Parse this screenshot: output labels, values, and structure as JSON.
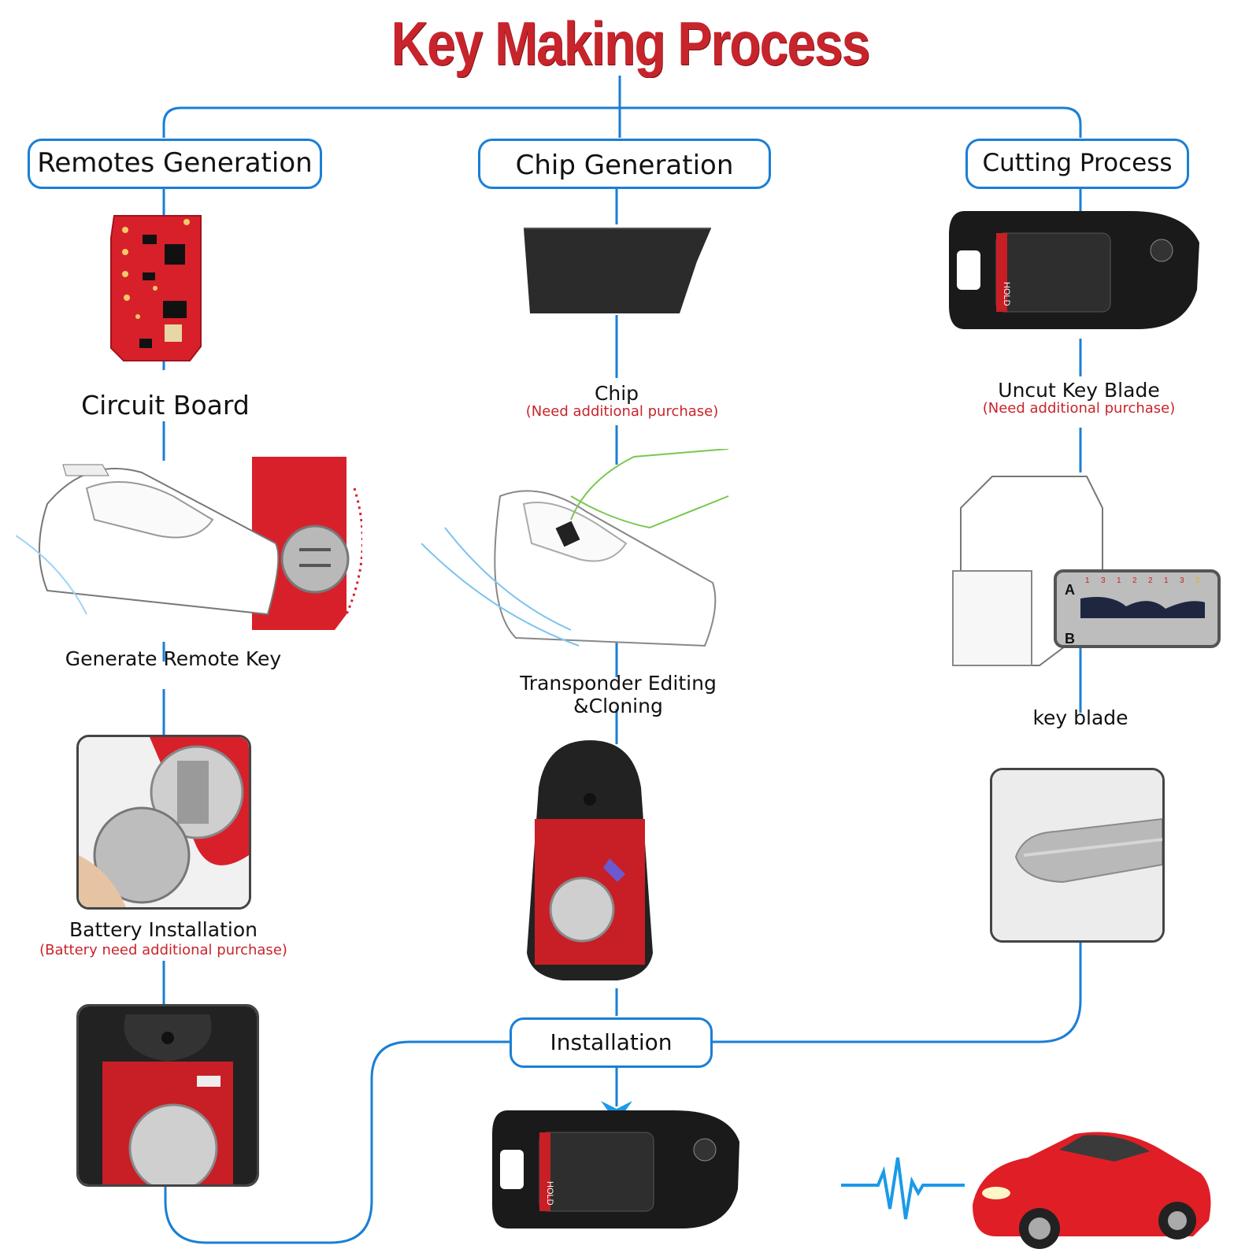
{
  "title": "Key Making Process",
  "colors": {
    "title": "#c8242b",
    "connector": "#1a7fd6",
    "note": "#c8242b"
  },
  "columns": {
    "remotes": {
      "header": "Remotes Generation",
      "steps": [
        {
          "label": "Circuit Board",
          "icon": "circuit-board"
        },
        {
          "label": "Generate Remote Key",
          "icon": "key-programmer-with-board"
        },
        {
          "label": "Battery Installation",
          "note": "(Battery need additional purchase)",
          "icon": "battery-install-photo"
        },
        {
          "icon": "remote-with-battery-photo"
        }
      ]
    },
    "chip": {
      "header": "Chip Generation",
      "steps": [
        {
          "label": "Chip",
          "note": "(Need additional purchase)",
          "icon": "transponder-chip"
        },
        {
          "label": "Transponder Editing &Cloning",
          "icon": "programmer-hand-sketch"
        },
        {
          "icon": "open-key-shell"
        }
      ]
    },
    "cutting": {
      "header": "Cutting Process",
      "steps": [
        {
          "label": "Uncut Key  Blade",
          "note": "(Need additional purchase)",
          "icon": "flip-key"
        },
        {
          "icon": "key-cutting-machine"
        },
        {
          "label": "key blade",
          "icon": "key-blade-photo"
        }
      ],
      "cut_readout": {
        "top_marks": [
          "1",
          "3",
          "1",
          "2",
          "2",
          "1",
          "3",
          "2"
        ],
        "labels": [
          "A",
          "B"
        ]
      }
    }
  },
  "installation": {
    "label": "Installation"
  },
  "key_fob": {
    "hold_label": "HOLD"
  }
}
